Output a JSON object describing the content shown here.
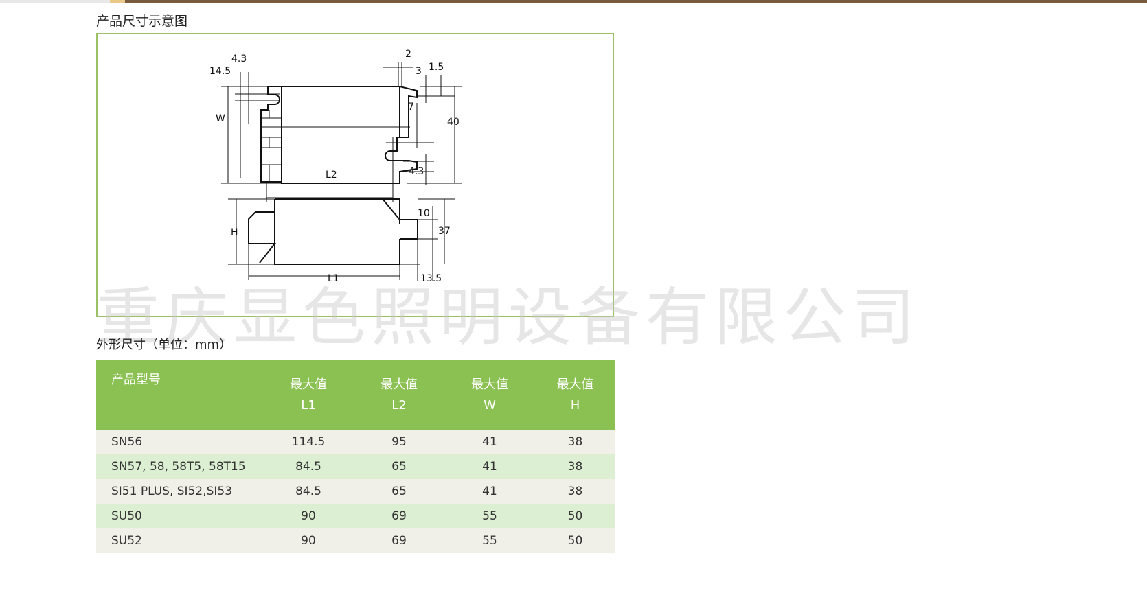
{
  "header": {
    "title": "产品尺寸示意图"
  },
  "diagram": {
    "labels": {
      "d4_3a": "4.3",
      "d14_5": "14.5",
      "w": "W",
      "d2": "2",
      "d3": "3",
      "d1_5": "1.5",
      "d7": "7",
      "d40": "40",
      "l2": "L2",
      "d4_3b": "4.3",
      "h": "H",
      "d10": "10",
      "d37": "37",
      "l1": "L1",
      "d13_5": "13.5"
    }
  },
  "watermark": "重庆显色照明设备有限公司",
  "table": {
    "caption": "外形尺寸（单位：mm）",
    "headers": [
      {
        "top": "产品型号",
        "bottom": ""
      },
      {
        "top": "最大值",
        "bottom": "L1"
      },
      {
        "top": "最大值",
        "bottom": "L2"
      },
      {
        "top": "最大值",
        "bottom": "W"
      },
      {
        "top": "最大值",
        "bottom": "H"
      }
    ],
    "rows": [
      [
        "SN56",
        "114.5",
        "95",
        "41",
        "38"
      ],
      [
        "SN57, 58, 58T5, 58T15",
        "84.5",
        "65",
        "41",
        "38"
      ],
      [
        "SI51 PLUS, SI52,SI53",
        "84.5",
        "65",
        "41",
        "38"
      ],
      [
        "SU50",
        "90",
        "69",
        "55",
        "50"
      ],
      [
        "SU52",
        "90",
        "69",
        "55",
        "50"
      ]
    ]
  },
  "colors": {
    "header_green": "#8bc152",
    "row_light": "#f0f0e8",
    "row_green": "#dcefd2",
    "frame": "#9cc066"
  }
}
